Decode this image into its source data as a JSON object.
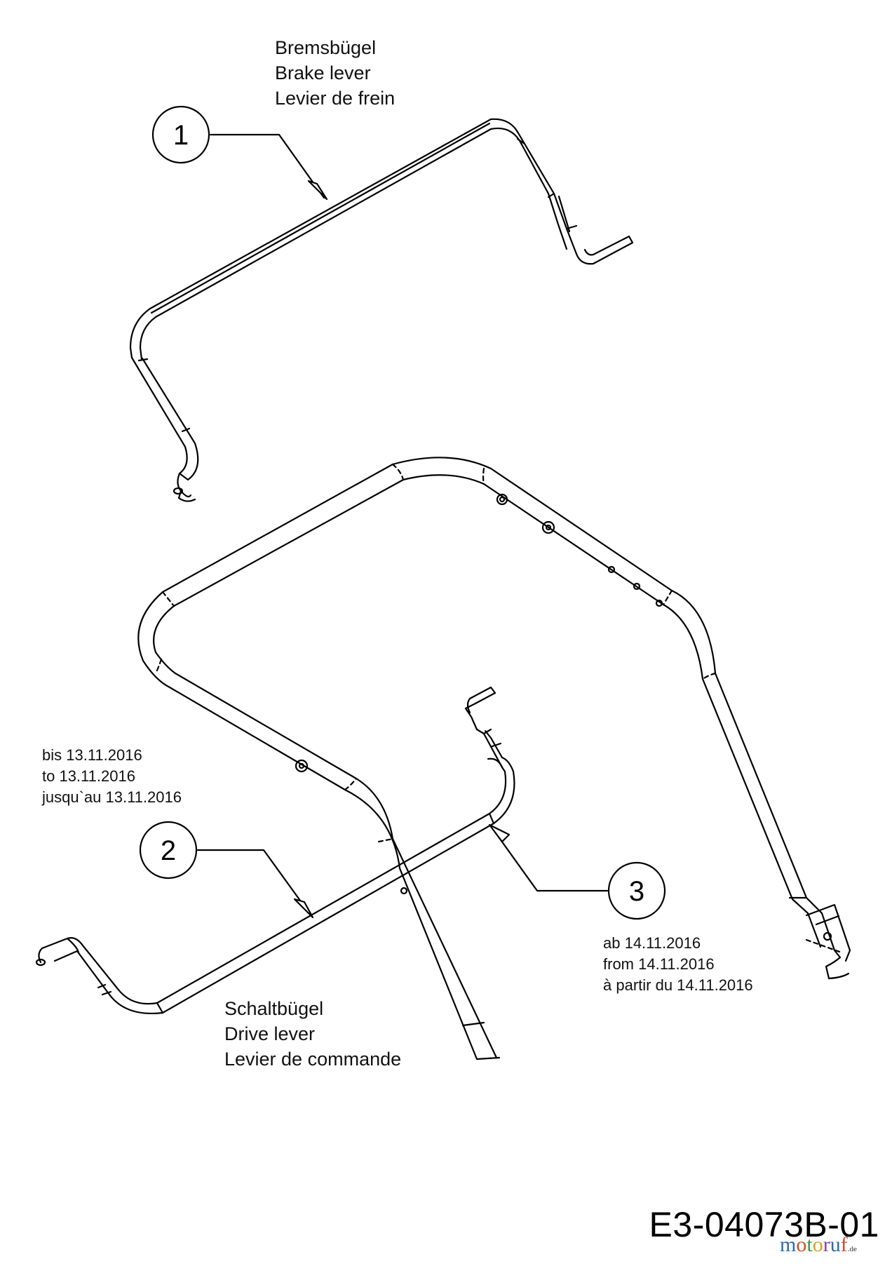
{
  "callouts": [
    {
      "number": "1"
    },
    {
      "number": "2"
    },
    {
      "number": "3"
    }
  ],
  "labels": {
    "brake": [
      "Bremsbügel",
      "Brake lever",
      "Levier de frein"
    ],
    "drive": [
      "Schaltbügel",
      "Drive lever",
      "Levier de commande"
    ],
    "until": [
      "bis 13.11.2016",
      "to 13.11.2016",
      "jusqu`au 13.11.2016"
    ],
    "from": [
      "ab 14.11.2016",
      "from 14.11.2016",
      "à partir du 14.11.2016"
    ]
  },
  "drawing_code": "E3-04073B-01",
  "watermark": {
    "letters": [
      "m",
      "o",
      "t",
      "o",
      "r",
      "u",
      "f"
    ],
    "suffix": ".de",
    "colors": [
      "#2c6bb0",
      "#d24b2a",
      "#3a9a3a",
      "#d6a21e",
      "#8a3fa0",
      "#2c6bb0",
      "#d24b2a"
    ]
  }
}
